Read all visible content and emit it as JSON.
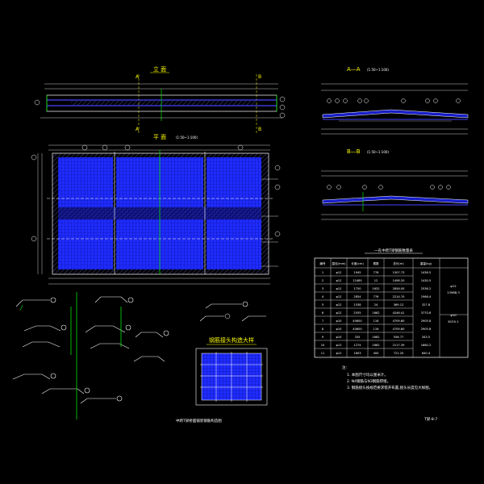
{
  "views": {
    "elevation": {
      "title": "立  面",
      "section_marks": [
        "A",
        "B"
      ]
    },
    "plan": {
      "title": "平  面",
      "scale": "(1:50~1:100)",
      "section_marks": [
        "A",
        "B"
      ]
    },
    "section_aa": {
      "title": "A—A",
      "scale": "(1:50~1:100)"
    },
    "section_bb": {
      "title": "B—B",
      "scale": "(1:50~1:100)"
    },
    "detail": {
      "title": "钢筋接头构造大样"
    }
  },
  "table": {
    "title": "一孔中跨T梁钢筋数量表",
    "headers": [
      "编号",
      "直径(mm)",
      "长度(cm)",
      "根数",
      "总长(m)",
      "重量(kg)"
    ],
    "rows": [
      [
        "1",
        "φ12",
        "1945",
        "776",
        "1507.73",
        "1436.5"
      ],
      [
        "2",
        "φ12",
        "12485",
        "12",
        "1498.20",
        "1430.5"
      ],
      [
        "3",
        "φ12",
        "1750",
        "1632",
        "2856.00",
        "2536.2"
      ],
      [
        "4",
        "φ12",
        "2854",
        "776",
        "2214.70",
        "1966.4"
      ],
      [
        "5",
        "φ12",
        "1538",
        "24",
        "369.12",
        "327.8"
      ],
      [
        "6",
        "φ12",
        "2555",
        "1662",
        "4246.41",
        "3770.8"
      ],
      [
        "7",
        "φ10",
        "40600",
        "116",
        "4709.60",
        "2905.8"
      ],
      [
        "8",
        "φ10",
        "40600",
        "116",
        "4709.60",
        "2905.8"
      ],
      [
        "9",
        "φ10",
        "335",
        "1662",
        "556.77",
        "343.5"
      ],
      [
        "10",
        "φ12",
        "1274",
        "1662",
        "2117.39",
        "1880.2"
      ],
      [
        "11",
        "φ12",
        "1803",
        "400",
        "721.20",
        "640.4"
      ]
    ],
    "totals": [
      "φ12",
      "13988.3",
      "φ10",
      "6155.1"
    ]
  },
  "notes": {
    "heading": "注:",
    "items": [
      "1. 本图尺寸均以厘米计。",
      "2. N4钢筋与N3钢筋焊接。",
      "3. 钢筋接头按规范要求错开布置,接头长度见大样图。"
    ]
  },
  "footer": {
    "drawing_title": "中跨T梁桥面铺装钢筋构造图",
    "sheet_no": "T梁-8-7"
  },
  "colors": {
    "background": "#000000",
    "mesh": "#1f2cff",
    "mesh_dark": "#0a0a8c",
    "lines": "#ffffff",
    "title": "#ffff00",
    "rebar": "#00e000",
    "hatch": "#7777ff"
  },
  "icons": [
    "section-cut-mark-icon",
    "callout-circle-icon"
  ]
}
